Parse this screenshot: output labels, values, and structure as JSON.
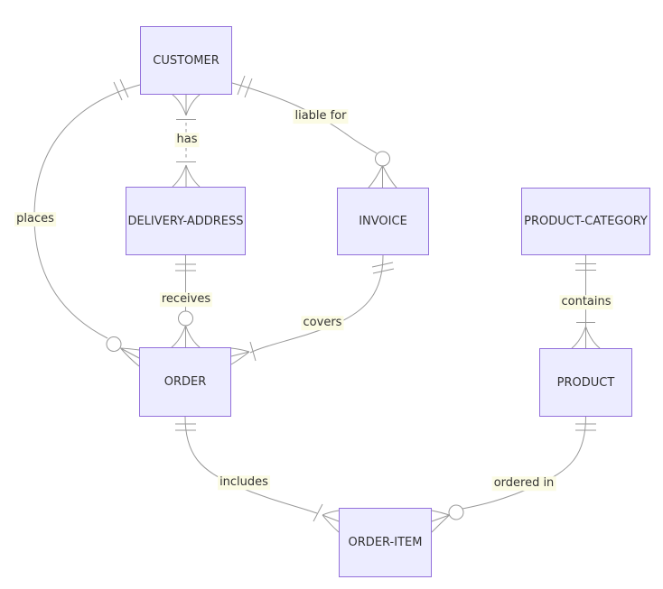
{
  "diagram": {
    "type": "entity-relationship-diagram",
    "notation": "crows-foot",
    "background": "#ffffff"
  },
  "colors": {
    "entity_fill": "#ECECFF",
    "entity_border": "#9370DB",
    "edge": "#999999",
    "marker_fill": "#ffffff",
    "label_bg": "#fbfbe4",
    "text": "#333333"
  },
  "entities": [
    {
      "name": "CUSTOMER"
    },
    {
      "name": "DELIVERY-ADDRESS"
    },
    {
      "name": "INVOICE"
    },
    {
      "name": "PRODUCT-CATEGORY"
    },
    {
      "name": "ORDER"
    },
    {
      "name": "PRODUCT"
    },
    {
      "name": "ORDER-ITEM"
    }
  ],
  "relationships": [
    {
      "label": "has",
      "from": "CUSTOMER",
      "to": "DELIVERY-ADDRESS",
      "from_cardinality": "one-or-many",
      "to_cardinality": "one-or-many",
      "line_style": "dashed"
    },
    {
      "label": "places",
      "from": "CUSTOMER",
      "to": "ORDER",
      "from_cardinality": "exactly-one",
      "to_cardinality": "zero-or-many",
      "line_style": "solid"
    },
    {
      "label": "liable for",
      "from": "CUSTOMER",
      "to": "INVOICE",
      "from_cardinality": "exactly-one",
      "to_cardinality": "zero-or-many",
      "line_style": "solid"
    },
    {
      "label": "receives",
      "from": "DELIVERY-ADDRESS",
      "to": "ORDER",
      "from_cardinality": "exactly-one",
      "to_cardinality": "zero-or-many",
      "line_style": "solid"
    },
    {
      "label": "covers",
      "from": "INVOICE",
      "to": "ORDER",
      "from_cardinality": "exactly-one",
      "to_cardinality": "one-or-many",
      "line_style": "solid"
    },
    {
      "label": "includes",
      "from": "ORDER",
      "to": "ORDER-ITEM",
      "from_cardinality": "exactly-one",
      "to_cardinality": "one-or-many",
      "line_style": "solid"
    },
    {
      "label": "contains",
      "from": "PRODUCT-CATEGORY",
      "to": "PRODUCT",
      "from_cardinality": "exactly-one",
      "to_cardinality": "one-or-many",
      "line_style": "solid"
    },
    {
      "label": "ordered in",
      "from": "PRODUCT",
      "to": "ORDER-ITEM",
      "from_cardinality": "exactly-one",
      "to_cardinality": "zero-or-many",
      "line_style": "solid"
    }
  ]
}
